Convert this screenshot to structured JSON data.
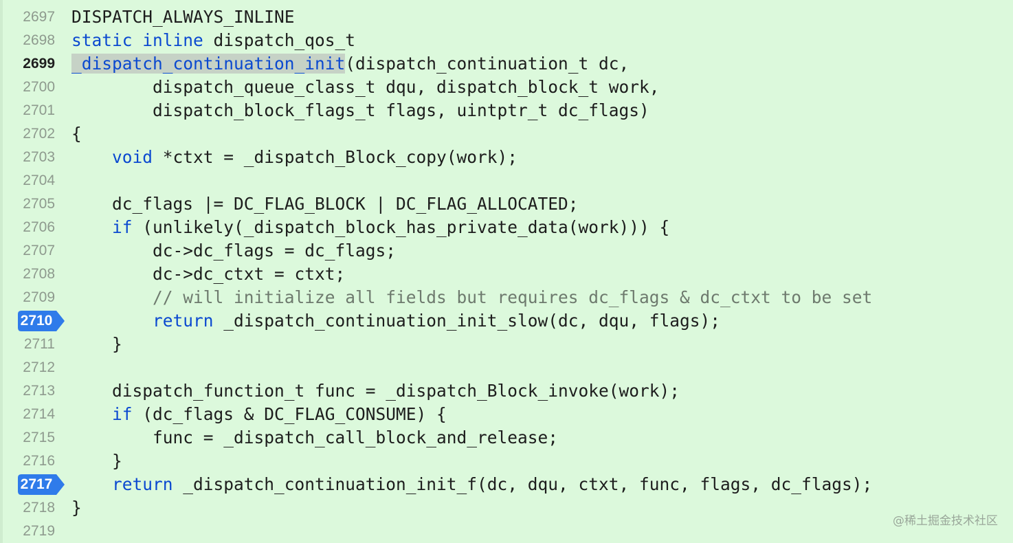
{
  "editor": {
    "lines": [
      {
        "number": "2697",
        "segments": [
          {
            "text": "DISPATCH_ALWAYS_INLINE",
            "kind": "plain"
          }
        ]
      },
      {
        "number": "2698",
        "segments": [
          {
            "text": "static",
            "kind": "keyword"
          },
          {
            "text": " ",
            "kind": "plain"
          },
          {
            "text": "inline",
            "kind": "keyword"
          },
          {
            "text": " dispatch_qos_t",
            "kind": "plain"
          }
        ]
      },
      {
        "number": "2699",
        "current": true,
        "segments": [
          {
            "text": "_dispatch_continuation_init",
            "kind": "keyword-highlight"
          },
          {
            "text": "(dispatch_continuation_t dc,",
            "kind": "plain"
          }
        ]
      },
      {
        "number": "2700",
        "segments": [
          {
            "text": "        dispatch_queue_class_t dqu, dispatch_block_t work,",
            "kind": "plain"
          }
        ]
      },
      {
        "number": "2701",
        "segments": [
          {
            "text": "        dispatch_block_flags_t flags, uintptr_t dc_flags)",
            "kind": "plain"
          }
        ]
      },
      {
        "number": "2702",
        "segments": [
          {
            "text": "{",
            "kind": "plain"
          }
        ]
      },
      {
        "number": "2703",
        "segments": [
          {
            "text": "    ",
            "kind": "plain"
          },
          {
            "text": "void",
            "kind": "keyword"
          },
          {
            "text": " *ctxt = _dispatch_Block_copy(work);",
            "kind": "plain"
          }
        ]
      },
      {
        "number": "2704",
        "segments": []
      },
      {
        "number": "2705",
        "segments": [
          {
            "text": "    dc_flags |= DC_FLAG_BLOCK | DC_FLAG_ALLOCATED;",
            "kind": "plain"
          }
        ]
      },
      {
        "number": "2706",
        "segments": [
          {
            "text": "    ",
            "kind": "plain"
          },
          {
            "text": "if",
            "kind": "keyword"
          },
          {
            "text": " (unlikely(_dispatch_block_has_private_data(work))) {",
            "kind": "plain"
          }
        ]
      },
      {
        "number": "2707",
        "segments": [
          {
            "text": "        dc->dc_flags = dc_flags;",
            "kind": "plain"
          }
        ]
      },
      {
        "number": "2708",
        "segments": [
          {
            "text": "        dc->dc_ctxt = ctxt;",
            "kind": "plain"
          }
        ]
      },
      {
        "number": "2709",
        "segments": [
          {
            "text": "        ",
            "kind": "plain"
          },
          {
            "text": "// will initialize all fields but requires dc_flags & dc_ctxt to be set",
            "kind": "comment"
          }
        ]
      },
      {
        "number": "2710",
        "breakpoint": true,
        "segments": [
          {
            "text": "        ",
            "kind": "plain"
          },
          {
            "text": "return",
            "kind": "keyword"
          },
          {
            "text": " _dispatch_continuation_init_slow(dc, dqu, flags);",
            "kind": "plain"
          }
        ]
      },
      {
        "number": "2711",
        "segments": [
          {
            "text": "    }",
            "kind": "plain"
          }
        ]
      },
      {
        "number": "2712",
        "segments": []
      },
      {
        "number": "2713",
        "segments": [
          {
            "text": "    dispatch_function_t func = _dispatch_Block_invoke(work);",
            "kind": "plain"
          }
        ]
      },
      {
        "number": "2714",
        "segments": [
          {
            "text": "    ",
            "kind": "plain"
          },
          {
            "text": "if",
            "kind": "keyword"
          },
          {
            "text": " (dc_flags & DC_FLAG_CONSUME) {",
            "kind": "plain"
          }
        ]
      },
      {
        "number": "2715",
        "segments": [
          {
            "text": "        func = _dispatch_call_block_and_release;",
            "kind": "plain"
          }
        ]
      },
      {
        "number": "2716",
        "segments": [
          {
            "text": "    }",
            "kind": "plain"
          }
        ]
      },
      {
        "number": "2717",
        "breakpoint": true,
        "segments": [
          {
            "text": "    ",
            "kind": "plain"
          },
          {
            "text": "return",
            "kind": "keyword"
          },
          {
            "text": " _dispatch_continuation_init_f(dc, dqu, ctxt, func, flags, dc_flags);",
            "kind": "plain"
          }
        ]
      },
      {
        "number": "2718",
        "segments": [
          {
            "text": "}",
            "kind": "plain"
          }
        ]
      },
      {
        "number": "2719",
        "segments": []
      }
    ]
  },
  "watermark": "@稀土掘金技术社区",
  "colors": {
    "background": "#dcf9dc",
    "keyword": "#0b49d0",
    "comment": "#6e7a6e",
    "breakpoint": "#2f7bea",
    "highlight": "#c6d2c6"
  }
}
